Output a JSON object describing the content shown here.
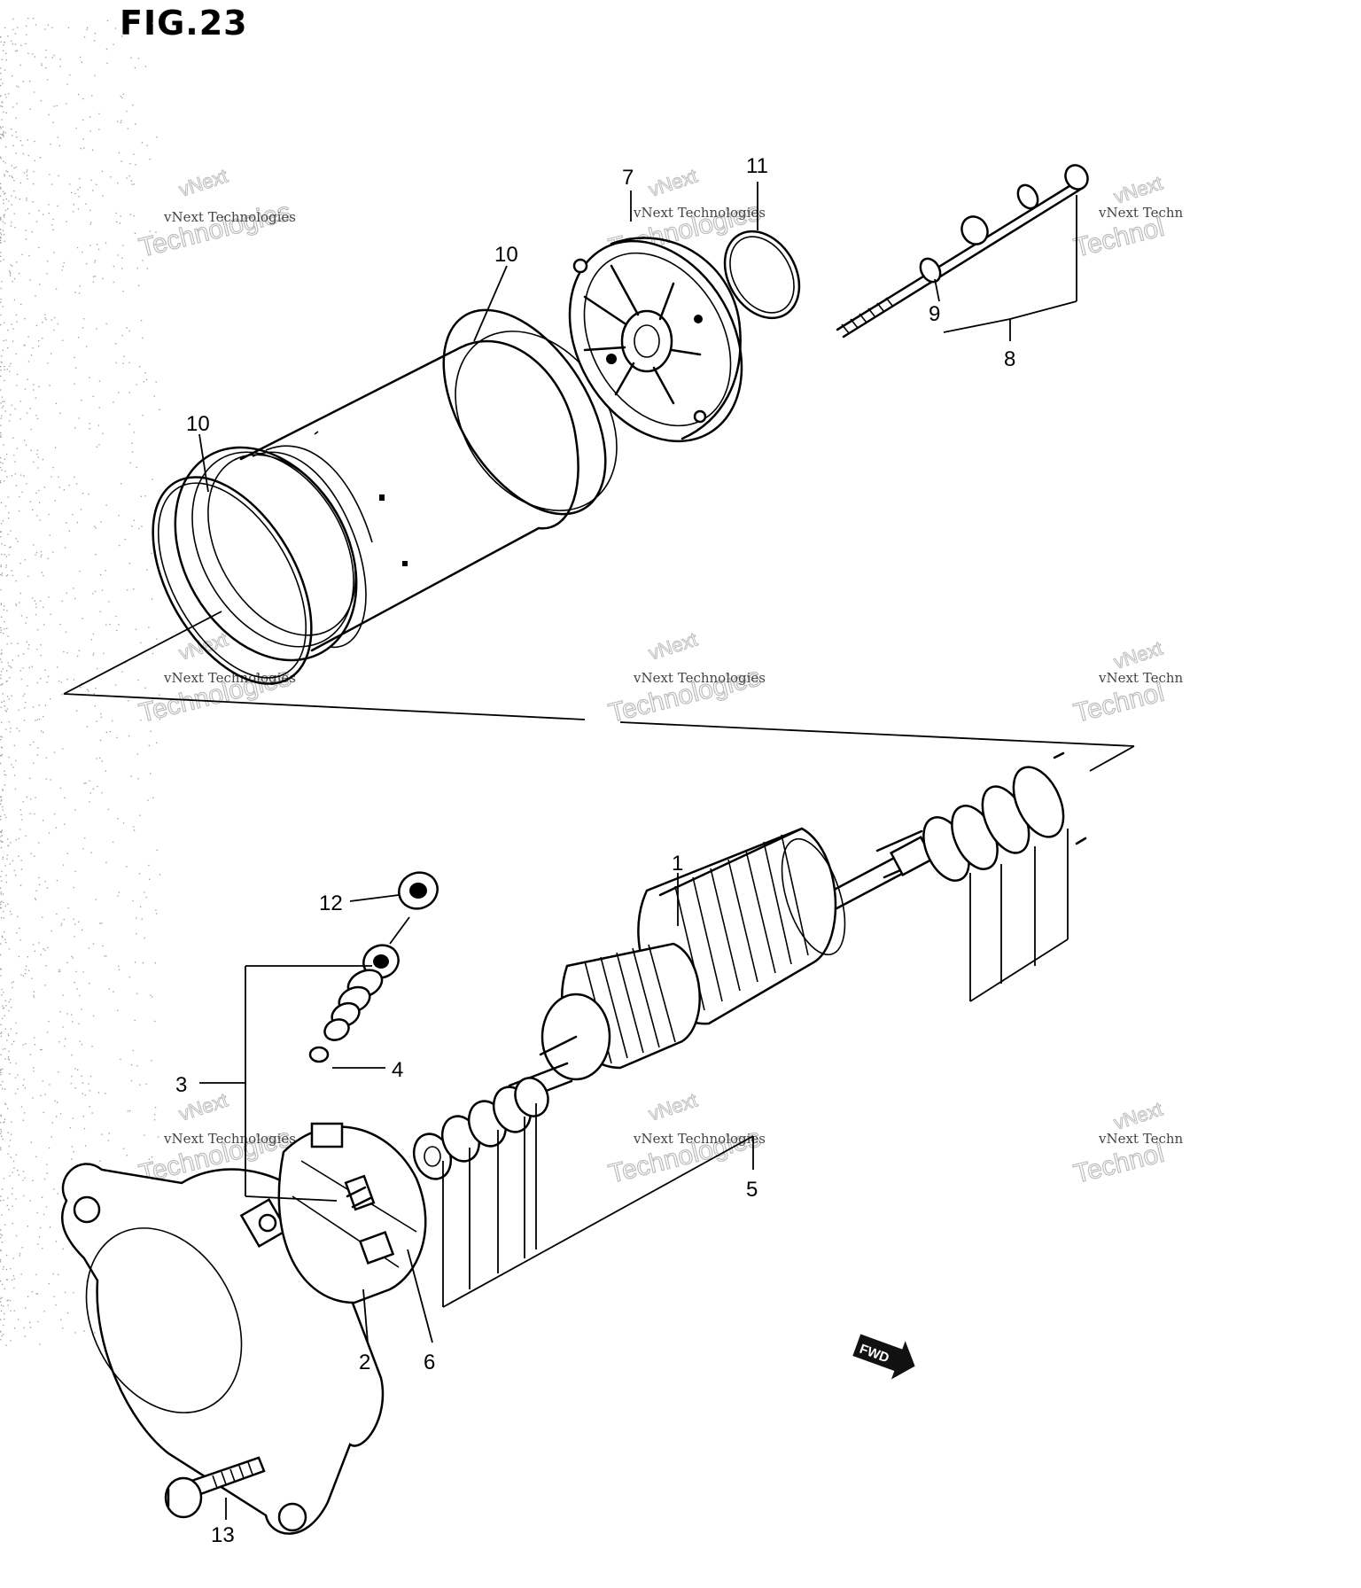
{
  "figure": {
    "title": "FIG.23"
  },
  "callouts": {
    "c1": "1",
    "c2": "2",
    "c3": "3",
    "c4": "4",
    "c5": "5",
    "c6": "6",
    "c7": "7",
    "c8": "8",
    "c9": "9",
    "c10a": "10",
    "c10b": "10",
    "c11": "11",
    "c12": "12",
    "c13": "13"
  },
  "badge": {
    "text": "FWD"
  },
  "watermark": {
    "line1": "vNext Technologies",
    "line2": "vNext",
    "line3": "Technologies",
    "line_cut": "vNext Techn",
    "line_cut2": "Technol"
  }
}
